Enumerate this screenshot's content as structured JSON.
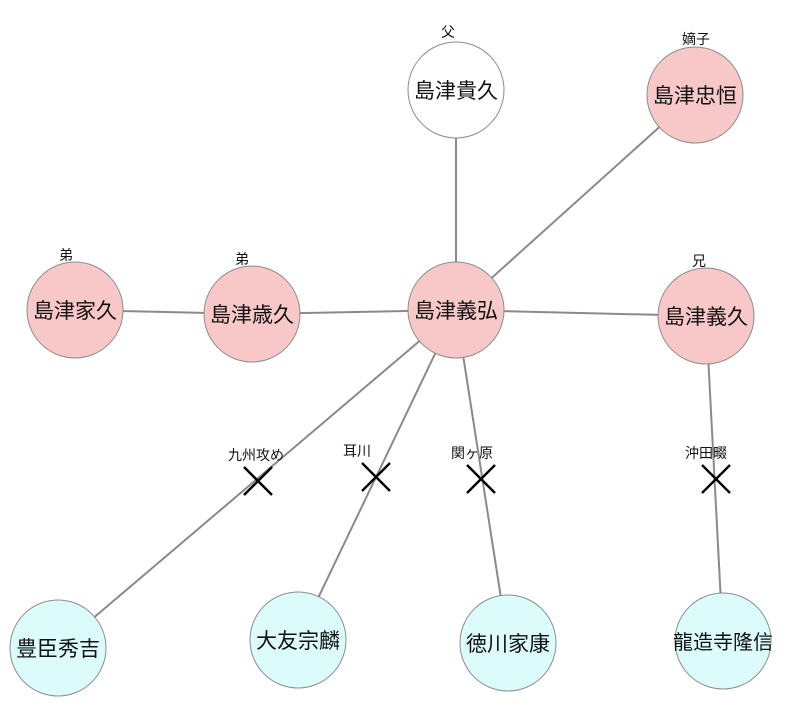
{
  "colors": {
    "ally": "#f8c8c8",
    "enemy": "#dcfcfc",
    "neutral": "#ffffff"
  },
  "nodes": {
    "yoshihiro": {
      "label": "島津義弘",
      "tag": ""
    },
    "takahisa": {
      "label": "島津貴久",
      "tag": "父"
    },
    "tadatsune": {
      "label": "島津忠恒",
      "tag": "嫡子"
    },
    "iehisa": {
      "label": "島津家久",
      "tag": "弟"
    },
    "toshihisa": {
      "label": "島津歳久",
      "tag": "弟"
    },
    "yoshihisa": {
      "label": "島津義久",
      "tag": "兄"
    },
    "hideyoshi": {
      "label": "豊臣秀吉",
      "tag": ""
    },
    "sorin": {
      "label": "大友宗麟",
      "tag": ""
    },
    "ieyasu": {
      "label": "徳川家康",
      "tag": ""
    },
    "takanobu": {
      "label": "龍造寺隆信",
      "tag": ""
    }
  },
  "battles": {
    "kyushu": "九州攻め",
    "mimikawa": "耳川",
    "sekigahara": "関ヶ原",
    "okitanawate": "沖田畷"
  }
}
